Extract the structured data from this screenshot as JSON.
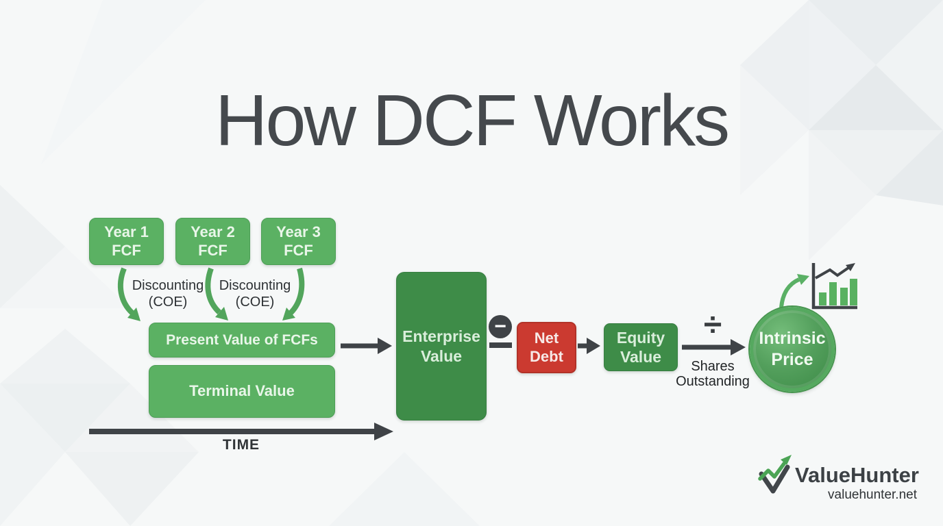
{
  "title": "How DCF Works",
  "diagram": {
    "year_boxes": [
      {
        "label": "Year 1\nFCF"
      },
      {
        "label": "Year 2\nFCF"
      },
      {
        "label": "Year 3\nFCF"
      }
    ],
    "discounting_labels": [
      {
        "label": "Discounting\n(COE)"
      },
      {
        "label": "Discounting\n(COE)"
      }
    ],
    "present_value_label": "Present Value of FCFs",
    "terminal_value_label": "Terminal Value",
    "enterprise_value_label": "Enterprise\nValue",
    "minus_operator": "−",
    "net_debt_label": "Net\nDebt",
    "equity_value_label": "Equity\nValue",
    "divide_operator": "÷",
    "shares_outstanding_label": "Shares\nOutstanding",
    "intrinsic_price_label": "Intrinsic\nPrice",
    "time_axis_label": "TIME"
  },
  "icons": {
    "minus": "minus-in-circle-icon",
    "divide": "division-sign-icon",
    "chart": "rising-bar-chart-icon",
    "logo": "check-arrow-logo-icon"
  },
  "colors": {
    "green_mid": "#5bb163",
    "green_dark": "#3e8c48",
    "red": "#cb3a30",
    "arrow_dark": "#3f4347",
    "background": "#f6f8f8"
  },
  "footer": {
    "brand": "ValueHunter",
    "website": "valuehunter.net"
  }
}
